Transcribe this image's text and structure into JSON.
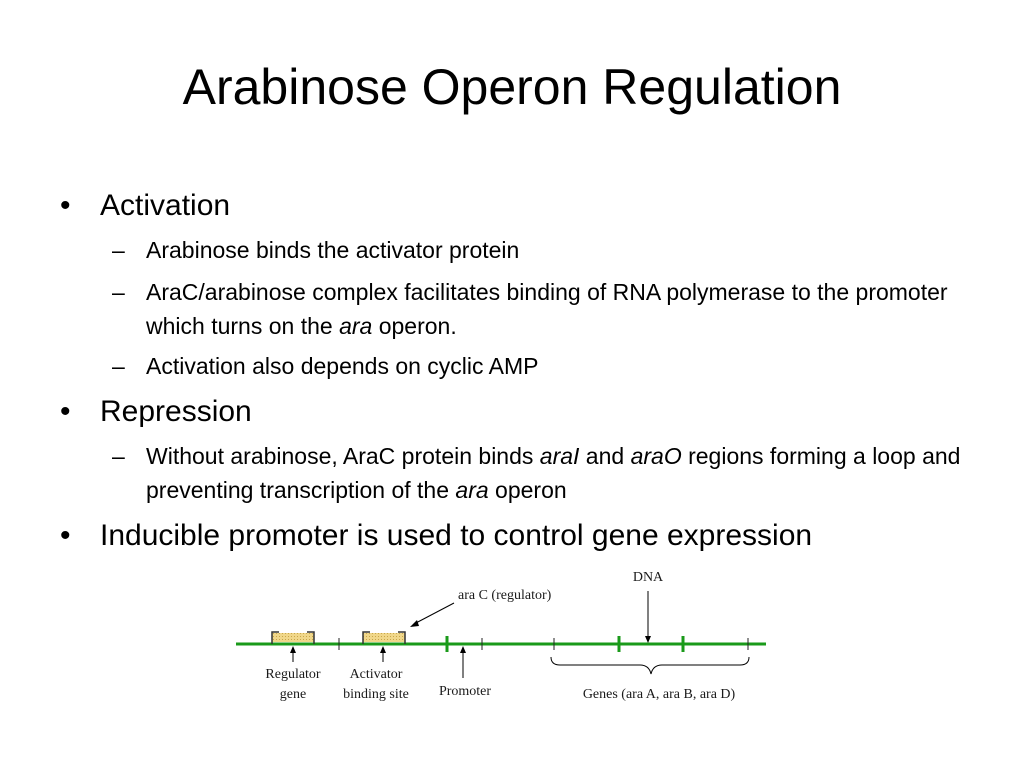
{
  "slide": {
    "title": "Arabinose Operon Regulation",
    "bullets": [
      {
        "text": "Activation",
        "sub": [
          {
            "parts": [
              {
                "t": "Arabinose binds the activator protein",
                "i": false
              }
            ]
          },
          {
            "parts": [
              {
                "t": "AraC/arabinose complex facilitates binding of RNA polymerase to the promoter which turns on the ",
                "i": false
              },
              {
                "t": "ara",
                "i": true
              },
              {
                "t": " operon.",
                "i": false
              }
            ]
          },
          {
            "parts": [
              {
                "t": "Activation also depends on cyclic AMP",
                "i": false
              }
            ]
          }
        ]
      },
      {
        "text": "Repression",
        "sub": [
          {
            "parts": [
              {
                "t": "Without arabinose, AraC protein binds ",
                "i": false
              },
              {
                "t": "araI",
                "i": true
              },
              {
                "t": " and ",
                "i": false
              },
              {
                "t": "araO",
                "i": true
              },
              {
                "t": " regions forming a loop and preventing transcription of the ",
                "i": false
              },
              {
                "t": "ara",
                "i": true
              },
              {
                "t": " operon",
                "i": false
              }
            ]
          }
        ]
      },
      {
        "text": "Inducible promoter is used to control gene expression",
        "sub": []
      }
    ],
    "bullet_glyph": "•",
    "dash_glyph": "–"
  },
  "diagram": {
    "dna_label": "DNA",
    "regulator_label": "ara C (regulator)",
    "regulator_gene_label": [
      "Regulator",
      "gene"
    ],
    "activator_site_label": [
      "Activator",
      "binding site"
    ],
    "promoter_label": "Promoter",
    "genes_label": "Genes (ara A, ara B, ara D)",
    "dna_color": "#1a9a1a",
    "box_color": "#f0d78a"
  }
}
